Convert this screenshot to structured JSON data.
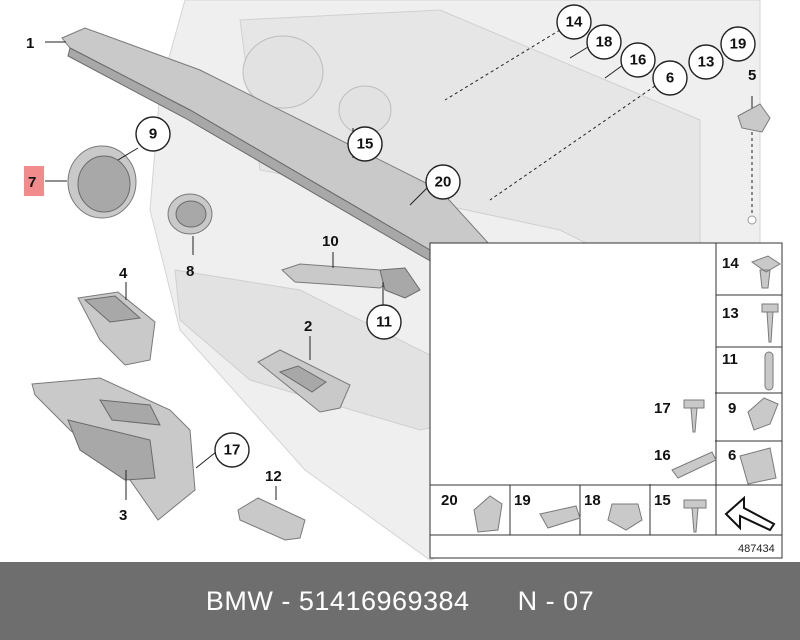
{
  "callouts": {
    "c1": "1",
    "c2": "2",
    "c3": "3",
    "c4": "4",
    "c5": "5",
    "c6": "6",
    "c7": "7",
    "c8": "8",
    "c9": "9",
    "c10": "10",
    "c11": "11",
    "c12": "12",
    "c13": "13",
    "c14": "14",
    "c15": "15",
    "c16": "16",
    "c17": "17",
    "c18": "18",
    "c19": "19",
    "c20": "20"
  },
  "table": {
    "r14": "14",
    "r13": "13",
    "r11": "11",
    "r17": "17",
    "r9": "9",
    "r16": "16",
    "r6": "6",
    "r20": "20",
    "r19": "19",
    "r18": "18",
    "r15": "15"
  },
  "highlight_color": "#f28b8b",
  "diagram_number": "487434",
  "footer": {
    "brand": "BMW",
    "separator1": "-",
    "part_number": "51416969384",
    "page_ref": "N - 07"
  }
}
